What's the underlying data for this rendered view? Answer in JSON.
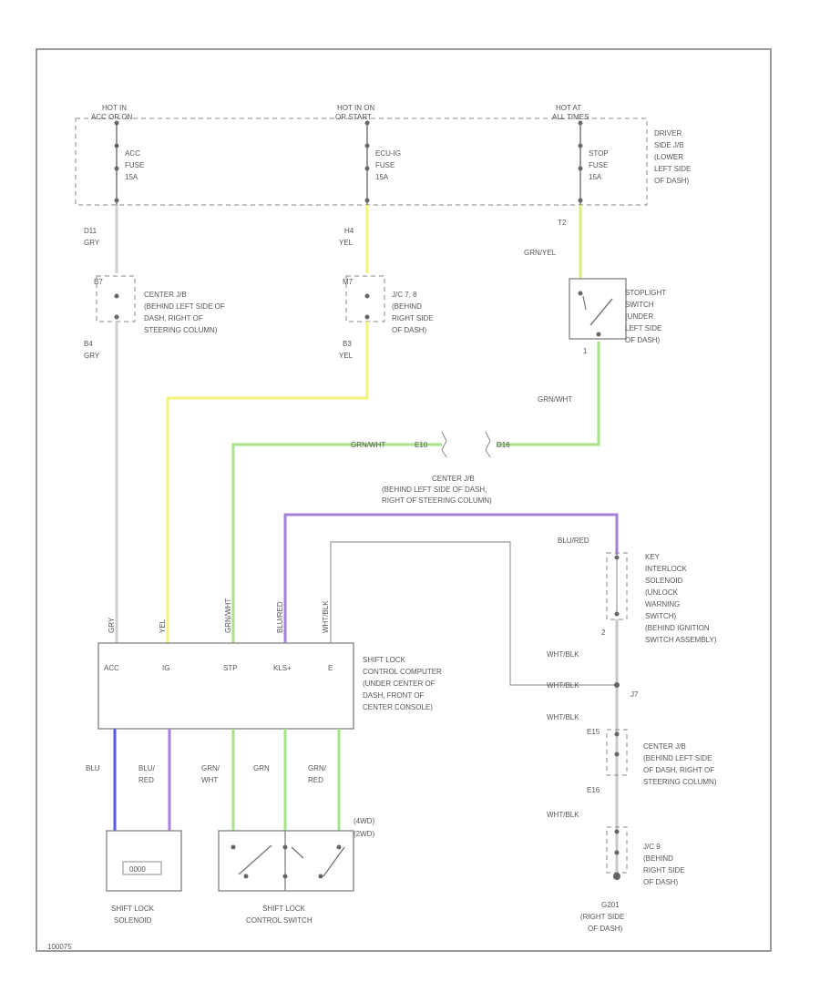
{
  "colors": {
    "gry": "#cfcfcf",
    "yel": "#f4f47a",
    "grn": "#a6e38a",
    "blu": "#5a5ae8",
    "vio": "#a67fd8",
    "wht_blk": "#c8c8c8"
  },
  "power": {
    "hot1": [
      "HOT IN",
      "ACC OR ON"
    ],
    "hot2": [
      "HOT IN ON",
      "OR START"
    ],
    "hot3": [
      "HOT AT",
      "ALL TIMES"
    ],
    "fuse1": [
      "ACC",
      "FUSE",
      "15A"
    ],
    "fuse2": [
      "ECU-IG",
      "FUSE",
      "15A"
    ],
    "fuse3": [
      "STOP",
      "FUSE",
      "15A"
    ],
    "driver_jb": [
      "DRIVER",
      "SIDE J/B",
      "(LOWER",
      "LEFT SIDE",
      "OF DASH)"
    ]
  },
  "wires": {
    "w1_pin": "D11",
    "w1_color": "GRY",
    "w2_pin": "H4",
    "w2_color": "YEL",
    "w3_pin": "T2",
    "w3_color": "GRN/YEL",
    "w4_pin": "B4",
    "w4_color": "GRY",
    "w5_pin": "B3",
    "w5_color": "YEL",
    "stoplight_out": "GRN/WHT",
    "junction_left": "GRN/WHT",
    "junction_pin1": "E10",
    "junction_pin2": "D16",
    "blu_red": "BLU/RED",
    "wht_blk1": "WHT/BLK",
    "wht_blk2": "WHT/BLK",
    "wht_blk3": "WHT/BLK",
    "wht_blk4": "WHT/BLK",
    "junction_j7": "J7",
    "pin_e15": "E15",
    "pin_e16": "E16"
  },
  "components": {
    "center_jb1": [
      "CENTER J/B",
      "(BEHIND LEFT SIDE OF",
      "DASH, RIGHT OF",
      "STEERING COLUMN)"
    ],
    "jc7": [
      "J/C 7, 8",
      "(BEHIND",
      "RIGHT SIDE",
      "OF DASH)"
    ],
    "stoplight": [
      "STOPLIGHT",
      "SWITCH",
      "(UNDER",
      "LEFT SIDE",
      "OF DASH)"
    ],
    "center_jb2": [
      "CENTER J/B",
      "(BEHIND LEFT SIDE OF DASH,",
      "RIGHT OF STEERING COLUMN)"
    ],
    "key_interlock": [
      "KEY",
      "INTERLOCK",
      "SOLENOID",
      "(UNLOCK",
      "WARNING",
      "SWITCH)",
      "(BEHIND IGNITION",
      "SWITCH ASSEMBLY)"
    ],
    "center_jb3": [
      "CENTER J/B",
      "(BEHIND LEFT SIDE",
      "OF DASH, RIGHT OF",
      "STEERING COLUMN)"
    ],
    "jc9": [
      "J/C 9",
      "(BEHIND",
      "RIGHT SIDE",
      "OF DASH)"
    ],
    "ground": [
      "G201",
      "(RIGHT SIDE",
      "OF DASH)"
    ],
    "computer": [
      "SHIFT LOCK",
      "CONTROL COMPUTER",
      "(UNDER CENTER OF",
      "DASH, FRONT OF",
      "CENTER CONSOLE)"
    ],
    "solenoid": [
      "SHIFT LOCK",
      "SOLENOID"
    ],
    "solenoid_inner": "0000",
    "control_switch": [
      "SHIFT LOCK",
      "CONTROL SWITCH"
    ],
    "switch_states": [
      "(4WD)",
      "(2WD)"
    ]
  },
  "computer_pins": [
    "ACC",
    "IG",
    "STP",
    "KLS+",
    "E"
  ],
  "vertical_labels": [
    "GRY",
    "YEL",
    "GRN/WHT",
    "BLU/RED",
    "WHT/BLK"
  ],
  "bottom_wires": [
    [
      "BLU"
    ],
    [
      "BLU/",
      "RED"
    ],
    [
      "GRN/",
      "WHT"
    ],
    [
      "GRN"
    ],
    [
      "GRN/",
      "RED"
    ]
  ],
  "footer_code": "100075"
}
